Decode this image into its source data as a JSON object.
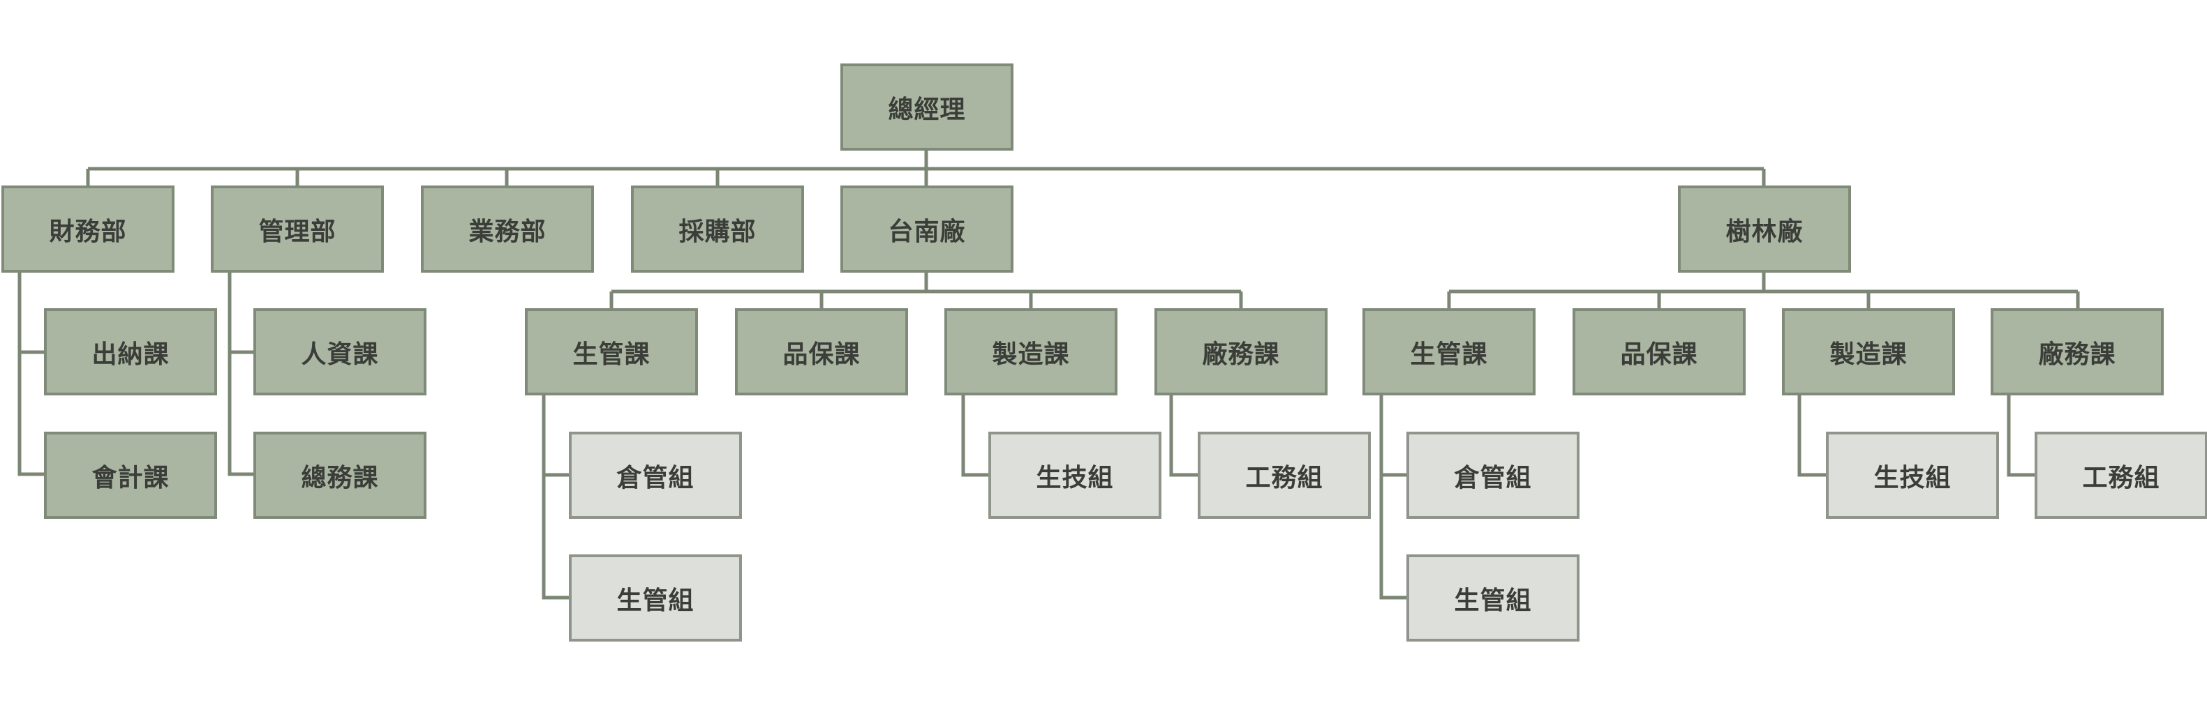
{
  "chart": {
    "root": "總經理",
    "departments": {
      "finance": "財務部",
      "management": "管理部",
      "sales": "業務部",
      "purchasing": "採購部",
      "tainan_plant": "台南廠",
      "shulin_plant": "樹林廠"
    },
    "finance_sections": [
      "出納課",
      "會計課"
    ],
    "management_sections": [
      "人資課",
      "總務課"
    ],
    "tainan_sections": [
      "生管課",
      "品保課",
      "製造課",
      "廠務課"
    ],
    "tainan_groups": {
      "production_control": [
        "倉管組",
        "生管組"
      ],
      "manufacturing": [
        "生技組"
      ],
      "plant_affairs": [
        "工務組"
      ]
    },
    "shulin_sections": [
      "生管課",
      "品保課",
      "製造課",
      "廠務課"
    ],
    "shulin_groups": {
      "production_control": [
        "倉管組",
        "生管組"
      ],
      "manufacturing": [
        "生技組"
      ],
      "plant_affairs": [
        "工務組"
      ]
    }
  },
  "colors": {
    "dept_fill": "#aab5a2",
    "group_fill": "#dde0da",
    "line": "#7b8675"
  }
}
